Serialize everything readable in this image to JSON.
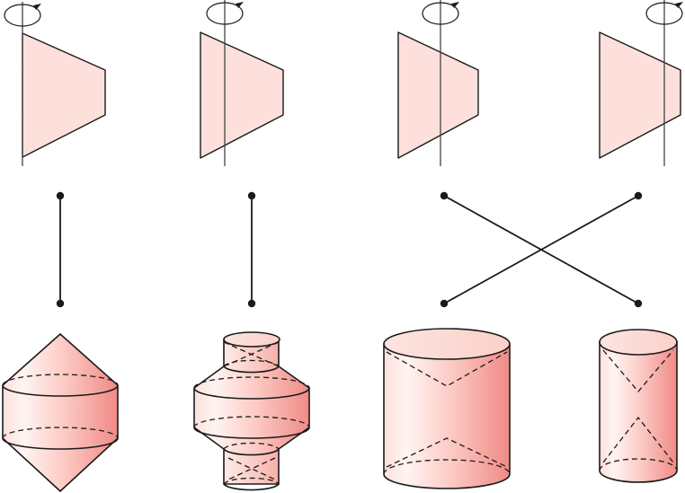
{
  "colors": {
    "fill": "#fde0db",
    "stroke": "#1a1a1a",
    "axis": "#444444",
    "gradient_light": "#fff2f0",
    "gradient_dark": "#f08a86",
    "background": "#ffffff"
  },
  "icons": [
    "rotation-arrow-icon"
  ],
  "diagram": {
    "profiles": 4,
    "solids": 4,
    "matching": [
      [
        1,
        1
      ],
      [
        2,
        2
      ],
      [
        3,
        4
      ],
      [
        4,
        3
      ]
    ]
  }
}
